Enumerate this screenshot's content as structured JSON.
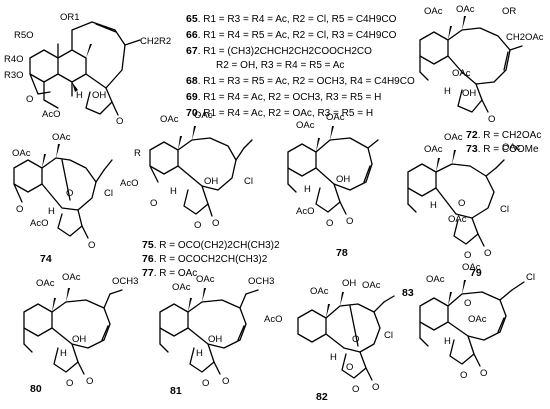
{
  "legend_top": {
    "lines": [
      {
        "num": "65",
        "text": ". R1 = R3 = R4 = Ac, R2 = Cl, R5 = C4H9CO"
      },
      {
        "num": "66",
        "text": ". R1 = R4 = R5 = Ac, R2 = Cl, R3 = C4H9CO"
      },
      {
        "num": "67",
        "text": ". R1 = (CH3)2CHCH2CH2COOCH2CO"
      },
      {
        "num": "",
        "text": "R2 = OH, R3 = R4 = R5 = Ac"
      },
      {
        "num": "68",
        "text": ". R1 = R3 = R5 = Ac, R2 = OCH3, R4 = C4H9CO"
      },
      {
        "num": "69",
        "text": ". R1 = R4 = Ac, R2 = OCH3, R3 = R5 = H"
      },
      {
        "num": "70",
        "text": ". R1 = R4 = Ac, R2 = OAc, R3 = R5 = H"
      }
    ]
  },
  "legend_72": [
    {
      "num": "72",
      "text": ". R = CH2OAc"
    },
    {
      "num": "73",
      "text": ". R = COOMe"
    }
  ],
  "legend_75": [
    {
      "num": "75",
      "text": ". R = OCO(CH2)2CH(CH3)2"
    },
    {
      "num": "76",
      "text": ". R = OCOCH2CH(CH3)2"
    },
    {
      "num": "77",
      "text": ". R = OAc"
    }
  ],
  "compound_labels": [
    "74",
    "78",
    "79",
    "80",
    "81",
    "82",
    "83"
  ],
  "atom_labels": {
    "m65": [
      "R5O",
      "OR1",
      "R4O",
      "R3O",
      "H",
      "OH",
      "AcO",
      "CH2R2",
      "O",
      "O"
    ],
    "m72": [
      "OAc",
      "OAc",
      "OR",
      "CH2OAc",
      "OAc",
      "H",
      "OH",
      "O"
    ],
    "m74": [
      "OAc",
      "OAc",
      "O",
      "Cl",
      "H",
      "AcO",
      "O",
      "O"
    ],
    "m75": [
      "R",
      "OAc",
      "OAc",
      "AcO",
      "H",
      "OH",
      "Cl",
      "O",
      "O",
      "O"
    ],
    "m78": [
      "OAc",
      "OAc",
      "H",
      "AcO",
      "OH",
      "O",
      "O"
    ],
    "m79": [
      "OAc",
      "OAc",
      "OAc",
      "H",
      "O",
      "OAc",
      "Cl",
      "O",
      "O"
    ],
    "m80": [
      "OAc",
      "OAc",
      "OCH3",
      "H",
      "OH",
      "O",
      "O"
    ],
    "m81": [
      "OAc",
      "OAc",
      "OCH3",
      "H",
      "OH",
      "O",
      "O"
    ],
    "m82": [
      "OAc",
      "OH",
      "OAc",
      "AcO",
      "H",
      "O",
      "Cl",
      "O",
      "O",
      "O"
    ],
    "m83": [
      "OAc",
      "OAc",
      "Cl",
      "H",
      "OAc",
      "O",
      "O",
      "O"
    ]
  }
}
